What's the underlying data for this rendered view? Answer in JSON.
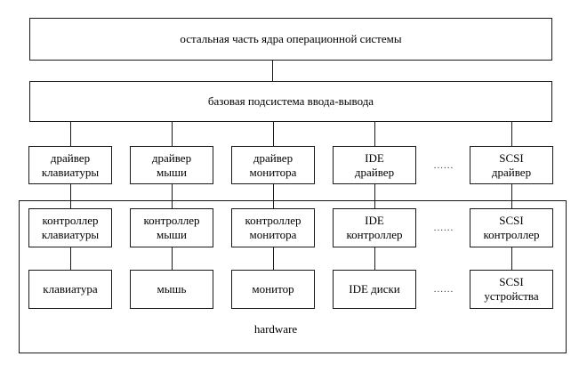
{
  "diagram": {
    "kernel_label": "остальная часть ядра операционной системы",
    "io_subsystem_label": "базовая подсистема ввода-вывода",
    "drivers": [
      "драйвер\nклавиатуры",
      "драйвер\nмыши",
      "драйвер\nмонитора",
      "IDE\nдрайвер",
      "SCSI\nдрайвер"
    ],
    "controllers": [
      "контроллер\nклавиатуры",
      "контроллер\nмыши",
      "контроллер\nмонитора",
      "IDE\nконтроллер",
      "SCSI\nконтроллер"
    ],
    "devices": [
      "клавиатура",
      "мышь",
      "монитор",
      "IDE диски",
      "SCSI\nустройства"
    ],
    "ellipsis": "......",
    "hardware_label": "hardware",
    "colors": {
      "border": "#1a1a1a",
      "background": "#ffffff",
      "text": "#000000"
    }
  }
}
